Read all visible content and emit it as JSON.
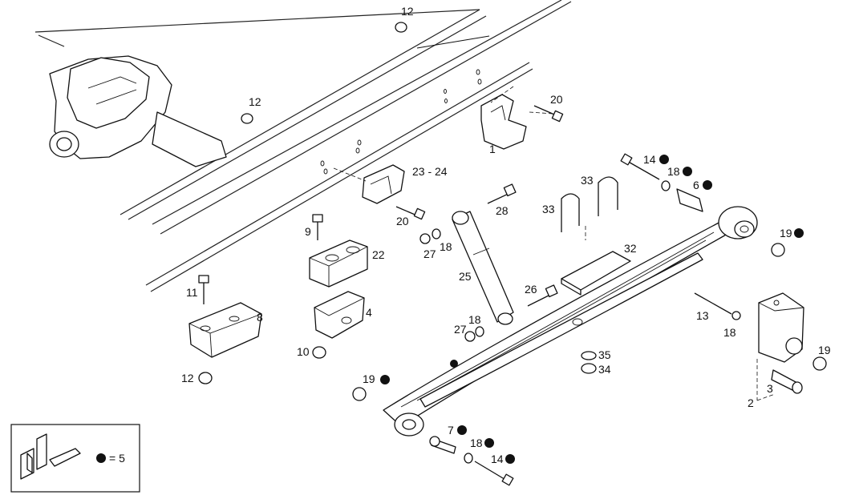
{
  "highlight_color": "#22dd22",
  "callouts": {
    "c12_top": "12",
    "c12_mid": "12",
    "c12_bot": "12",
    "c20_top": "20",
    "c20_mid": "20",
    "c1": "1",
    "c23_24": "23 - 24",
    "c9": "9",
    "c22": "22",
    "c11": "11",
    "c8": "8",
    "c4": "4",
    "c10": "10",
    "c28": "28",
    "c27_top": "27",
    "c18_top": "18",
    "c25": "25",
    "c26": "26",
    "c27_bot": "27",
    "c18_mid": "18",
    "c33_top": "33",
    "c33_left": "33",
    "c32": "32",
    "c35": "35",
    "c34": "34",
    "c14_top": "14",
    "c18_right": "18",
    "c6": "6",
    "c19_right": "19",
    "c13": "13",
    "c18_hanger": "18",
    "c19_hanger": "19",
    "c3": "3",
    "c2": "2",
    "c19_left": "19",
    "c7": "7",
    "c18_bot": "18",
    "c14_bot": "14"
  },
  "legend": {
    "text": "= 5"
  }
}
